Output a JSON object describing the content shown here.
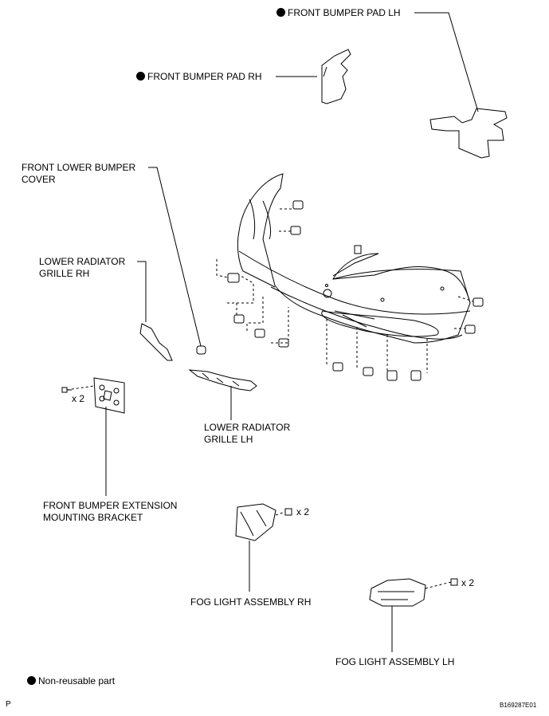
{
  "labels": {
    "front_bumper_pad_lh": "FRONT BUMPER PAD LH",
    "front_bumper_pad_rh": "FRONT BUMPER PAD RH",
    "front_lower_bumper_cover_1": "FRONT LOWER BUMPER",
    "front_lower_bumper_cover_2": "COVER",
    "lower_radiator_grille_rh_1": "LOWER RADIATOR",
    "lower_radiator_grille_rh_2": "GRILLE RH",
    "lower_radiator_grille_lh_1": "LOWER RADIATOR",
    "lower_radiator_grille_lh_2": "GRILLE LH",
    "front_bumper_extension_1": "FRONT BUMPER EXTENSION",
    "front_bumper_extension_2": "MOUNTING BRACKET",
    "fog_light_rh": "FOG LIGHT ASSEMBLY RH",
    "fog_light_lh": "FOG LIGHT ASSEMBLY LH"
  },
  "quantities": {
    "bracket_screws": "x 2",
    "fog_rh_screws": "x 2",
    "fog_lh_screws": "x 2"
  },
  "legend": {
    "non_reusable": "Non-reusable part"
  },
  "footer": {
    "left_mark": "P",
    "code": "B169287E01"
  }
}
